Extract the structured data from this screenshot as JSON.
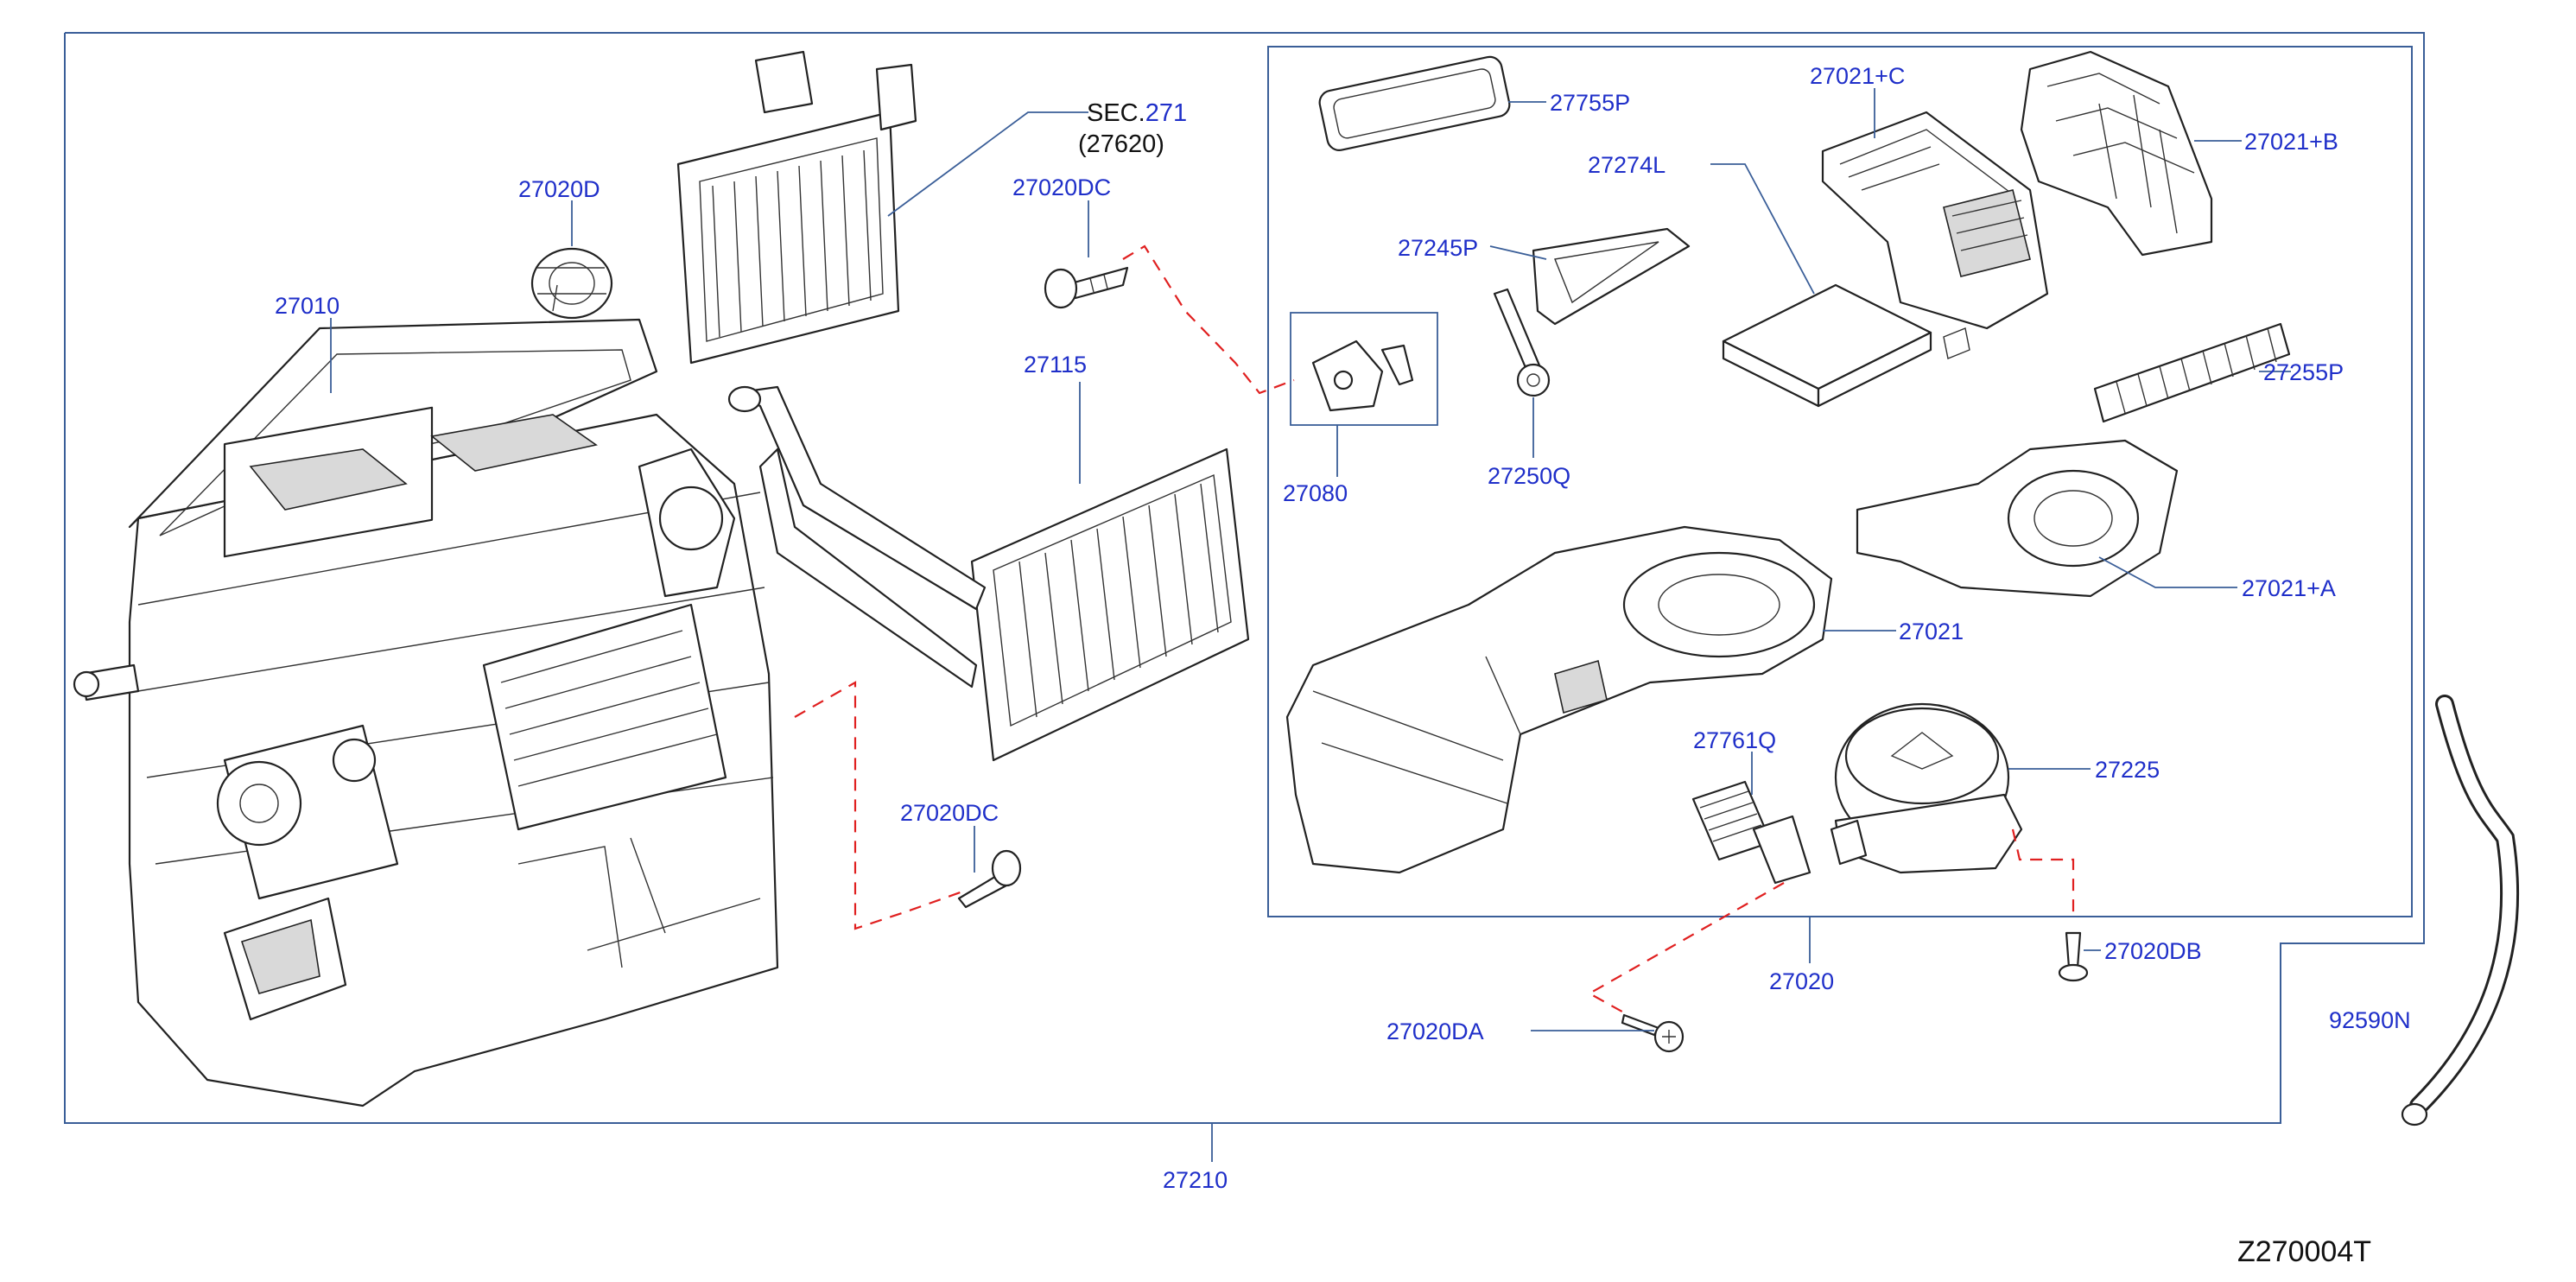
{
  "colors": {
    "callout": "#1f2fc9",
    "frame": "#3a5e98",
    "hidden_line": "#e02020",
    "drawing": "#222222"
  },
  "labels": {
    "p27010": "27010",
    "p27020D": "27020D",
    "sec_prefix": "SEC.",
    "sec_num": "271",
    "sec_sub": "(27620)",
    "p27020DC_top": "27020DC",
    "p27115": "27115",
    "p27020DC_bottom": "27020DC",
    "p27755P": "27755P",
    "p27021C": "27021+C",
    "p27021B": "27021+B",
    "p27274L": "27274L",
    "p27245P": "27245P",
    "p27080": "27080",
    "p27250Q": "27250Q",
    "p27255P": "27255P",
    "p27021A": "27021+A",
    "p27021": "27021",
    "p27761Q": "27761Q",
    "p27225": "27225",
    "p27020DB": "27020DB",
    "p27020": "27020",
    "p27020DA": "27020DA",
    "p92590N": "92590N",
    "p27210": "27210",
    "diagram_code": "Z270004T"
  }
}
